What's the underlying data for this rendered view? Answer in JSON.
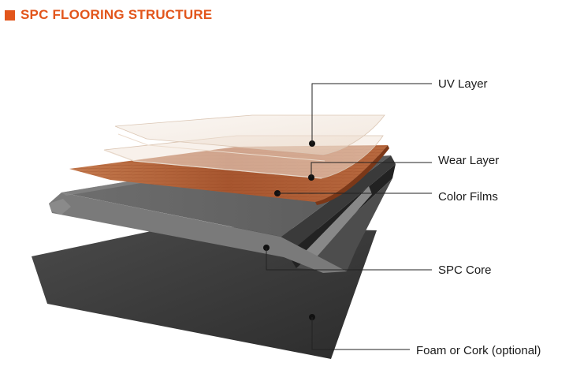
{
  "title": "SPC FLOORING STRUCTURE",
  "colors": {
    "accent": "#e2551b"
  },
  "labels": {
    "uv_layer": "UV Layer",
    "wear_layer": "Wear Layer",
    "color_films": "Color Films",
    "spc_core": "SPC Core",
    "foam": "Foam or Cork (optional)"
  }
}
